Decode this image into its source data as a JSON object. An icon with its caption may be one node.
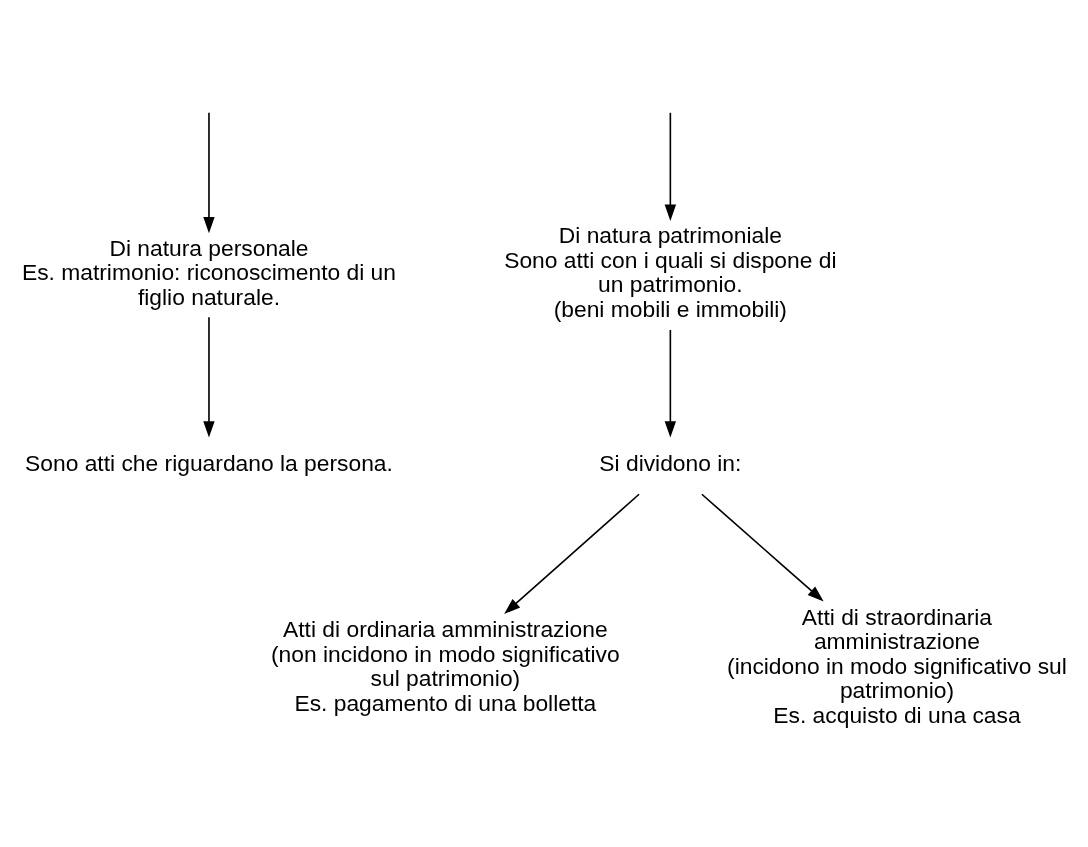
{
  "diagram": {
    "nodes": [
      {
        "text": [
          "Di natura personale",
          "Es. matrimonio: riconoscimento di un figlio naturale."
        ]
      },
      {
        "text": [
          "Sono atti che riguardano la persona."
        ]
      },
      {
        "text": [
          "Di natura patrimoniale",
          "Sono atti con i quali si dispone di un patrimonio.",
          "(beni mobili e immobili)"
        ]
      },
      {
        "text": [
          "Si dividono in:"
        ]
      },
      {
        "text": [
          "Atti di ordinaria amministrazione",
          "(non incidono in modo significativo sul patrimonio)",
          "Es. pagamento di una bolletta"
        ]
      },
      {
        "text": [
          "Atti di straordinaria amministrazione",
          "(incidono in modo significativo sul patrimonio)",
          "Es. acquisto di una casa"
        ]
      }
    ],
    "edges": [
      {
        "from": null,
        "to": 0,
        "arrow": "to"
      },
      {
        "from": null,
        "to": 2,
        "arrow": "to"
      },
      {
        "from": 0,
        "to": 1,
        "arrow": "to"
      },
      {
        "from": 2,
        "to": 3,
        "arrow": "to"
      },
      {
        "from": 3,
        "to": 4,
        "arrow": "to"
      },
      {
        "from": 3,
        "to": 5,
        "arrow": "to"
      }
    ]
  }
}
